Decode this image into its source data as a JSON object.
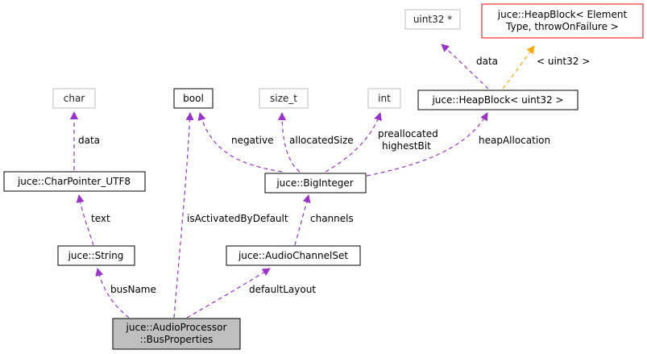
{
  "nodes": {
    "char": {
      "label": "char"
    },
    "bool": {
      "label": "bool"
    },
    "size_t": {
      "label": "size_t"
    },
    "int": {
      "label": "int"
    },
    "uint32_ptr": {
      "label": "uint32 *"
    },
    "heapblock_template": {
      "line1": "juce::HeapBlock< Element",
      "line2": "Type, throwOnFailure >"
    },
    "heapblock_uint32": {
      "label": "juce::HeapBlock< uint32 >"
    },
    "charpointer_utf8": {
      "label": "juce::CharPointer_UTF8"
    },
    "biginteger": {
      "label": "juce::BigInteger"
    },
    "string": {
      "label": "juce::String"
    },
    "audiochannelset": {
      "label": "juce::AudioChannelSet"
    },
    "busproperties": {
      "line1": "juce::AudioProcessor",
      "line2": "::BusProperties"
    }
  },
  "edges": {
    "data_char": "data",
    "data_uint32": "data",
    "template_arg": "< uint32 >",
    "negative": "negative",
    "allocatedSize": "allocatedSize",
    "preallocated": "preallocated",
    "highestBit": "highestBit",
    "heapAllocation": "heapAllocation",
    "text": "text",
    "isActivatedByDefault": "isActivatedByDefault",
    "channels": "channels",
    "busName": "busName",
    "defaultLayout": "defaultLayout"
  },
  "colors": {
    "edge_usage": "#9a32cd",
    "edge_template": "#ffa500",
    "node_border": "#000000",
    "node_border_muted": "#bfbfbf",
    "node_border_template": "#ff0000",
    "focus_fill": "#bfbfbf"
  }
}
